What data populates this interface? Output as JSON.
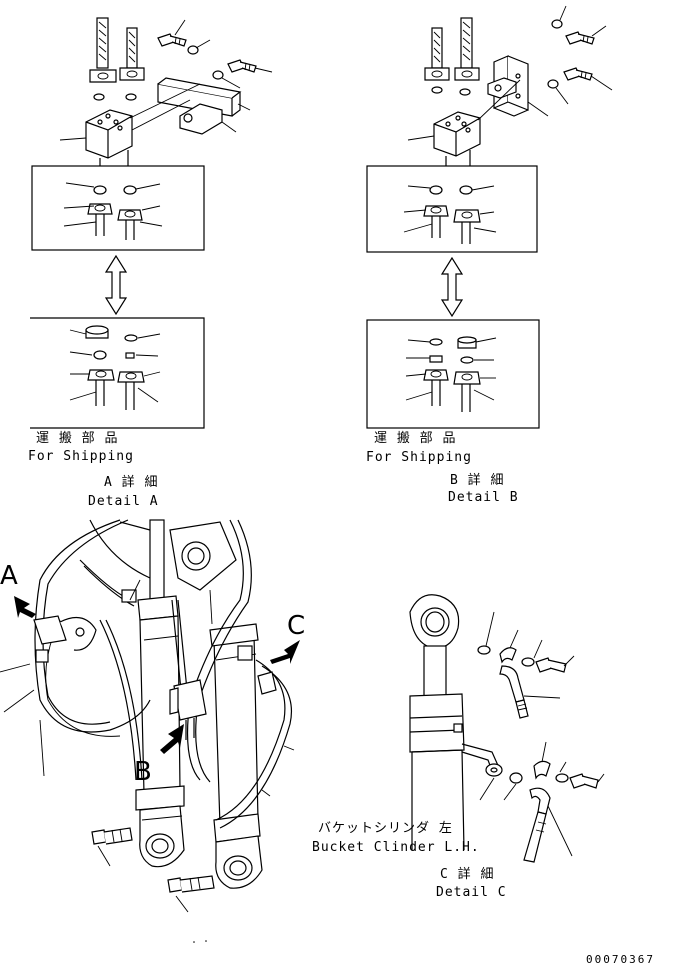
{
  "detail_a": {
    "shipping_jp": "運 搬 部 品",
    "shipping_en": "For Shipping",
    "detail_jp": "A 詳 細",
    "detail_en": "Detail A"
  },
  "detail_b": {
    "shipping_jp": "運 搬 部 品",
    "shipping_en": "For Shipping",
    "detail_jp": "B 詳 細",
    "detail_en": "Detail B"
  },
  "detail_c": {
    "cylinder_jp": "バケットシリンダ 左",
    "cylinder_en": "Bucket Clinder L.H.",
    "detail_jp": "C 詳 細",
    "detail_en": "Detail C"
  },
  "view_letters": {
    "a": "A",
    "b": "B",
    "c": "C"
  },
  "drawing_number": "00070367"
}
